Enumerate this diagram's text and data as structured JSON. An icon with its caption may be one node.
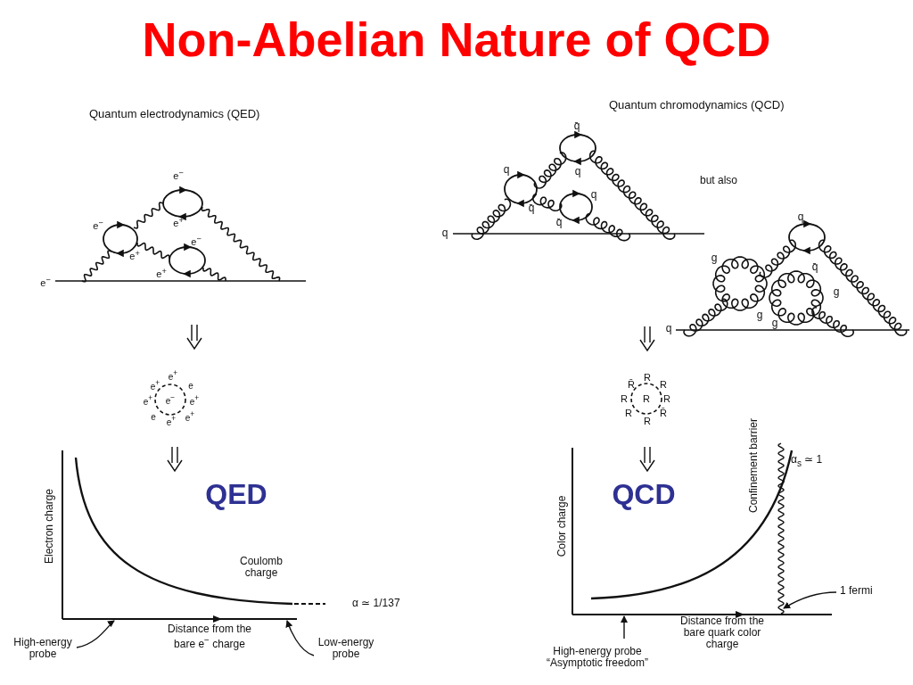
{
  "diagram": {
    "title": "Non-Abelian Nature of QCD",
    "nodes": [
      {
        "text": [
          "High-energy probe"
        ]
      },
      {
        "text": [
          "Low-energy probe"
        ]
      },
      {
        "text": [
          "High-energy probe",
          "“Asymptotic freedom”"
        ]
      },
      {
        "text": [
          "1 fermi"
        ]
      },
      {
        "text": [],
        "shape": "axis"
      },
      {
        "text": [],
        "shape": "axis"
      },
      {
        "text": [],
        "shape": "line"
      }
    ],
    "edges": [
      {
        "from": 0,
        "to": 4,
        "arrow": "to"
      },
      {
        "from": 1,
        "to": 4,
        "arrow": "to"
      },
      {
        "from": 2,
        "to": 5,
        "arrow": "to"
      },
      {
        "from": 3,
        "to": 6,
        "arrow": "to"
      }
    ],
    "labels": [
      "Quantum electrodynamics (QED)",
      "e$^{−}$",
      "e$^{−}$",
      "e$^{+}$",
      "e$^{+}$",
      "e$^{−}$",
      "e$^{+}$",
      "e$^{−}$",
      "Quantum chromodynamics (QCD)",
      "q̄",
      "q",
      "q",
      "q̄",
      "q",
      "q̄",
      "q",
      "but also",
      "q",
      "g",
      "q̄",
      "g",
      "g",
      "g",
      "q",
      "e$^{+}$",
      "e$^{+}$",
      "e",
      "e$^{+}$",
      "e$^{−}$",
      "e$^{+}$",
      "e",
      "e$^{+}$",
      "e$^{+}$",
      "R̄",
      "R",
      "R",
      "R",
      "R",
      "R",
      "R",
      "R",
      "R̄",
      "QED",
      "Electron charge",
      "Coulomb charge",
      "α ≃ 1/137",
      "Distance from the bare e$^{−}$ charge",
      "QCD",
      "Color charge",
      "Confinement barrier",
      "α$_{s}$ ≃ 1",
      "Distance from the bare quark color charge"
    ]
  }
}
